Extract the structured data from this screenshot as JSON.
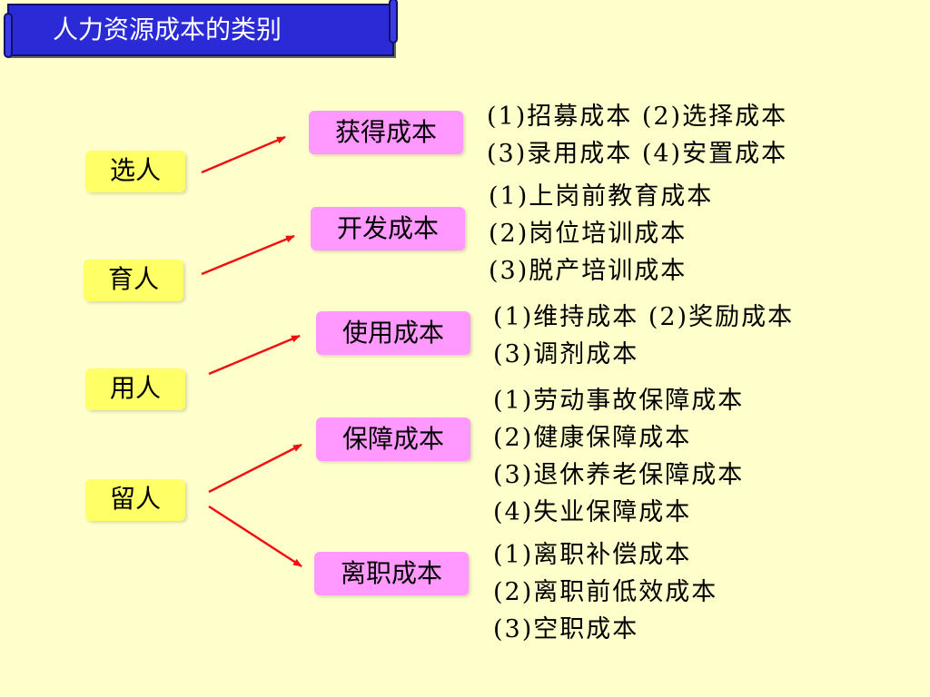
{
  "title": "人力资源成本的类别",
  "colors": {
    "background": "#ffffcc",
    "banner": "#2a2ad6",
    "stage_box": "#ffff66",
    "cost_box": "#ff99ff",
    "arrow": "#ee1111"
  },
  "stages": [
    "选人",
    "育人",
    "用人",
    "留人"
  ],
  "costs": [
    {
      "label": "获得成本",
      "items": [
        "(1)招募成本 (2)选择成本",
        "(3)录用成本 (4)安置成本"
      ]
    },
    {
      "label": "开发成本",
      "items": [
        "(1)上岗前教育成本",
        "(2)岗位培训成本",
        "(3)脱产培训成本"
      ]
    },
    {
      "label": "使用成本",
      "items": [
        "(1)维持成本 (2)奖励成本",
        "(3)调剂成本"
      ]
    },
    {
      "label": "保障成本",
      "items": [
        "(1)劳动事故保障成本",
        "(2)健康保障成本",
        "(3)退休养老保障成本",
        "(4)失业保障成本"
      ]
    },
    {
      "label": "离职成本",
      "items": [
        "(1)离职补偿成本",
        "(2)离职前低效成本",
        "(3)空职成本"
      ]
    }
  ]
}
